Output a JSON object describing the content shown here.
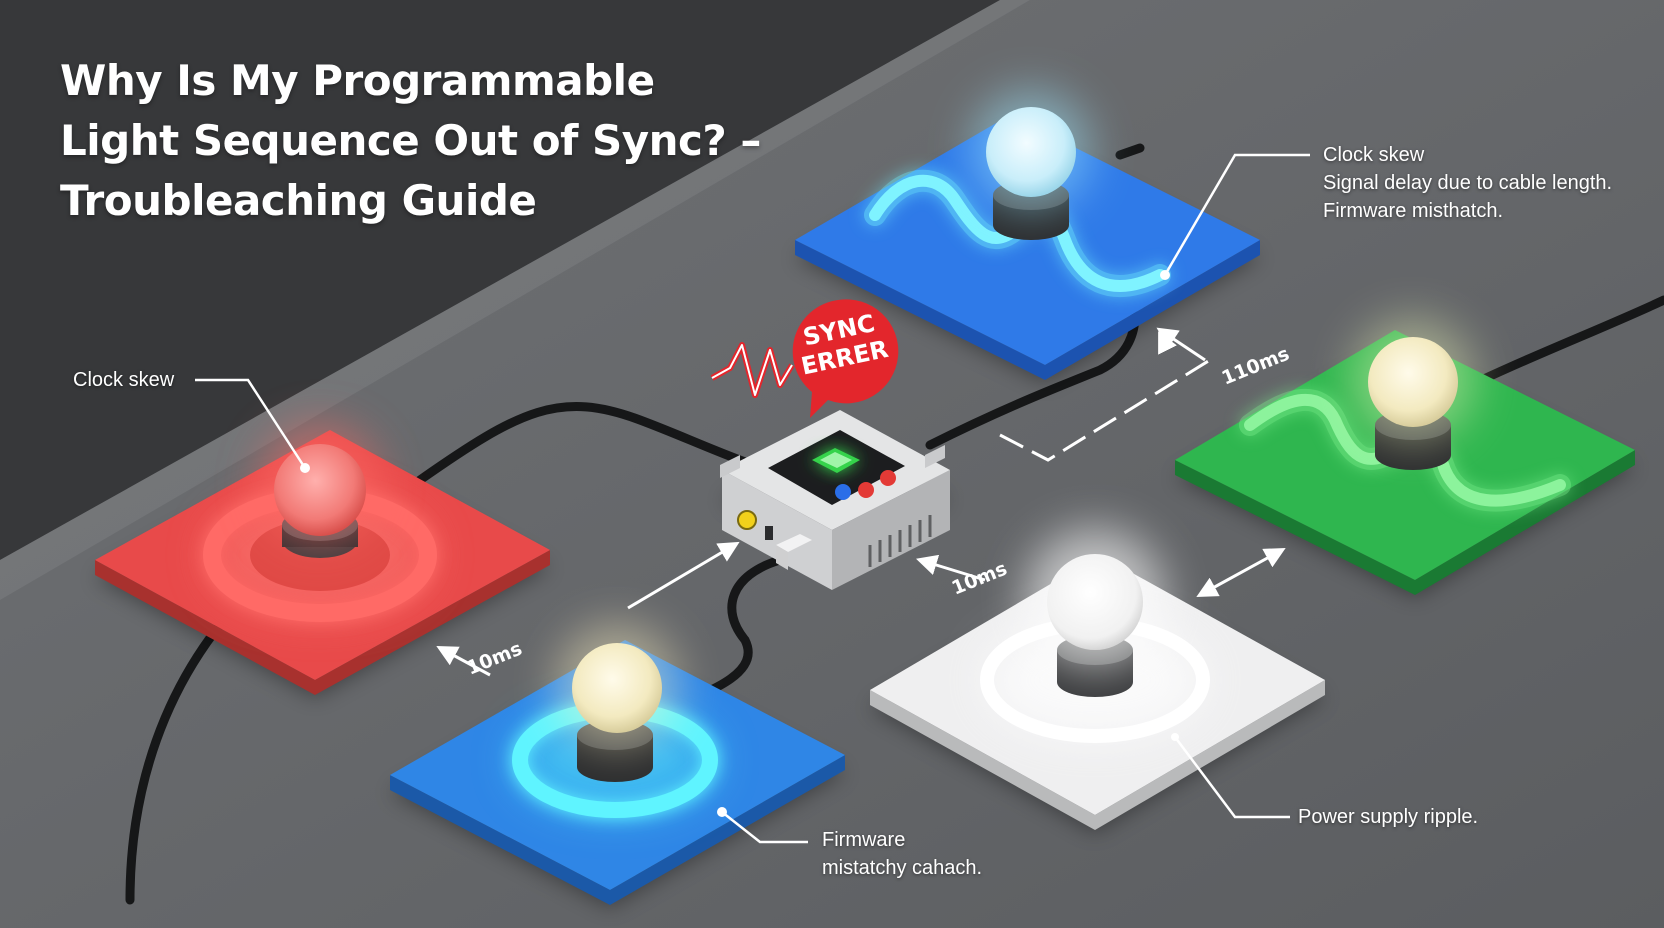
{
  "title": {
    "line1": "Why Is My Programmable",
    "line2": "Light Sequence Out of Sync? –",
    "line3": "Troubleaching Guide"
  },
  "badge": {
    "line1": "SYNC",
    "line2": "ERRER"
  },
  "annotations": {
    "top_right": {
      "line1": "Clock skew",
      "line2": "Signal delay due to cable length.",
      "line3": "Firmware misthatch."
    },
    "left": "Clock skew",
    "bottom": {
      "line1": "Firmware",
      "line2": "mistatchy cahach."
    },
    "bottom_right": "Power supply ripple."
  },
  "delays": {
    "top": "110ms",
    "middle": "10ms",
    "left": "10ms"
  },
  "colors": {
    "background": "#3a3b3d",
    "table": "#6a6c6f",
    "red": "#e84a4a",
    "blue": "#2f86e6",
    "green": "#2fb64f",
    "white": "#efeff0",
    "error": "#e3262c"
  }
}
